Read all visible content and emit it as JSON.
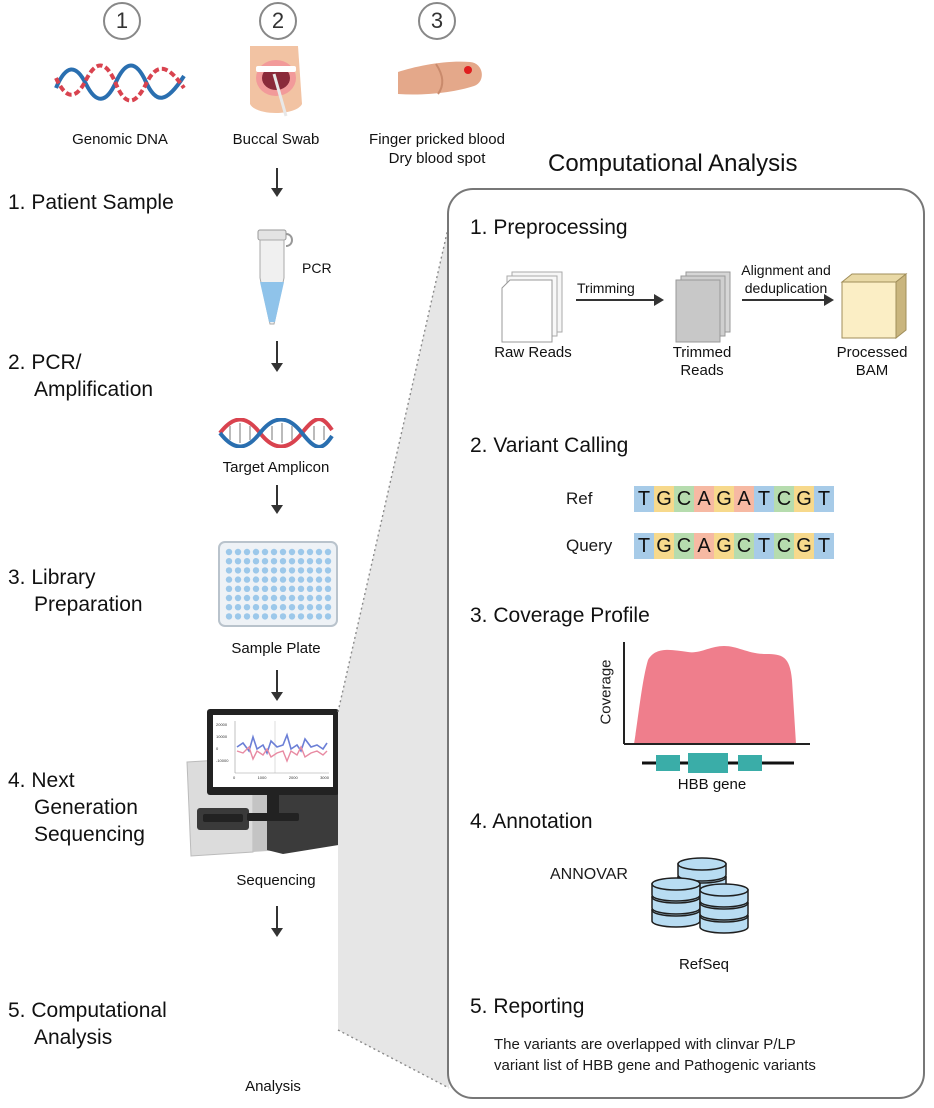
{
  "numbers": [
    "1",
    "2",
    "3"
  ],
  "sources": {
    "dna": "Genomic DNA",
    "swab": "Buccal Swab",
    "blood_line1": "Finger pricked blood",
    "blood_line2": "Dry blood spot"
  },
  "workflow": {
    "step1": "1. Patient Sample",
    "step2_line1": "2. PCR/",
    "step2_line2": "Amplification",
    "step3_line1": "3. Library",
    "step3_line2": "Preparation",
    "step4_line1": "4. Next",
    "step4_line2": "Generation",
    "step4_line3": "Sequencing",
    "step5_line1": "5. Computational",
    "step5_line2": "Analysis"
  },
  "captions": {
    "pcr": "PCR",
    "amplicon": "Target Amplicon",
    "plate": "Sample Plate",
    "sequencing": "Sequencing",
    "analysis": "Analysis"
  },
  "monitor_ticks": {
    "y": [
      "20000",
      "10000",
      "0",
      "-10000",
      "-20000"
    ],
    "x": [
      "0",
      "1000",
      "2000",
      "3000"
    ]
  },
  "panel": {
    "title": "Computational Analysis",
    "preprocessing": {
      "heading": "1. Preprocessing",
      "raw": "Raw Reads",
      "trimming": "Trimming",
      "trimmed_line1": "Trimmed",
      "trimmed_line2": "Reads",
      "align_line1": "Alignment and",
      "align_line2": "deduplication",
      "bam_line1": "Processed",
      "bam_line2": "BAM"
    },
    "variant": {
      "heading": "2. Variant Calling",
      "ref_label": "Ref",
      "query_label": "Query",
      "ref_seq": [
        "T",
        "G",
        "C",
        "A",
        "G",
        "A",
        "T",
        "C",
        "G",
        "T"
      ],
      "query_seq": [
        "T",
        "G",
        "C",
        "A",
        "G",
        "C",
        "T",
        "C",
        "G",
        "T"
      ]
    },
    "coverage": {
      "heading": "3. Coverage Profile",
      "ylabel": "Coverage",
      "gene": "HBB gene"
    },
    "annotation": {
      "heading": "4. Annotation",
      "tool": "ANNOVAR",
      "db": "RefSeq"
    },
    "reporting": {
      "heading": "5. Reporting",
      "line1": "The variants are overlapped with clinvar P/LP",
      "line2": "variant list of HBB gene and Pathogenic variants"
    }
  },
  "colors": {
    "A": "#f6b9a3",
    "C": "#b6dcae",
    "G": "#f7d98c",
    "T": "#a7cbe8",
    "coverage": "#ef7e8c",
    "exon": "#3aada8",
    "disk": "#b8dcf2"
  }
}
